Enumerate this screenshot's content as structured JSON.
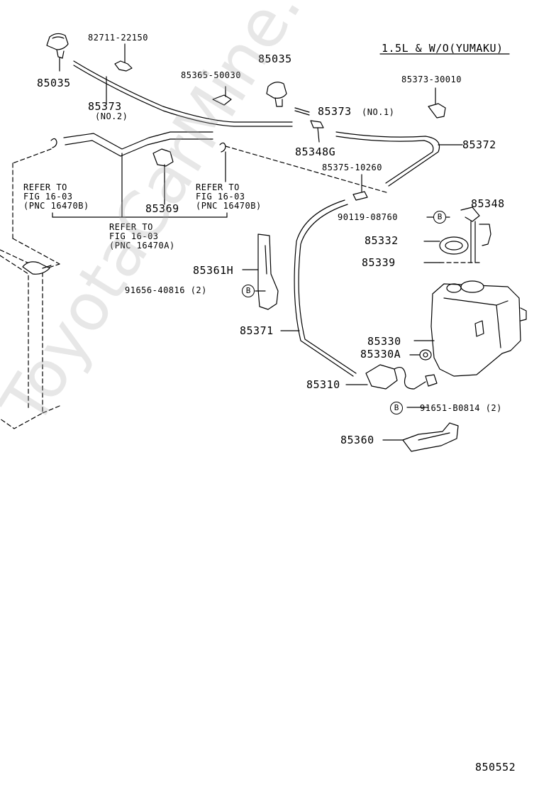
{
  "header_note": "1.5L & W/O(YUMAKU)",
  "diagram_id": "850552",
  "watermark": "ToyotaCarMine.ru",
  "parts": {
    "p82711": "82711-22150",
    "p85035_left": "85035",
    "p85035_right": "85035",
    "p85365": "85365-50030",
    "p85373_no2": "85373",
    "p85373_no2_note": "(NO.2)",
    "p85373_no1": "85373",
    "p85373_no1_note": "(NO.1)",
    "p85373_30010": "85373-30010",
    "p85348g": "85348G",
    "p85372": "85372",
    "p85375": "85375-10260",
    "p85369": "85369",
    "p90119": "90119-08760",
    "p85348": "85348",
    "p85332": "85332",
    "p85339": "85339",
    "p85361h": "85361H",
    "p91656": "91656-40816 (2)",
    "p85371": "85371",
    "p85330": "85330",
    "p85330a": "85330A",
    "p85310": "85310",
    "p91651": "91651-B0814 (2)",
    "p85360": "85360"
  },
  "refs": {
    "left": [
      "REFER TO",
      "FIG 16-03",
      "(PNC 16470B)"
    ],
    "mid": [
      "REFER TO",
      "FIG 16-03",
      "(PNC 16470B)"
    ],
    "bottom": [
      "REFER TO",
      "FIG 16-03",
      "(PNC 16470A)"
    ]
  },
  "b_marker": "B",
  "icons": [
    "washer-nozzle-icon",
    "hose-icon",
    "clamp-icon",
    "reservoir-tank-icon",
    "pump-motor-icon",
    "bracket-icon"
  ]
}
